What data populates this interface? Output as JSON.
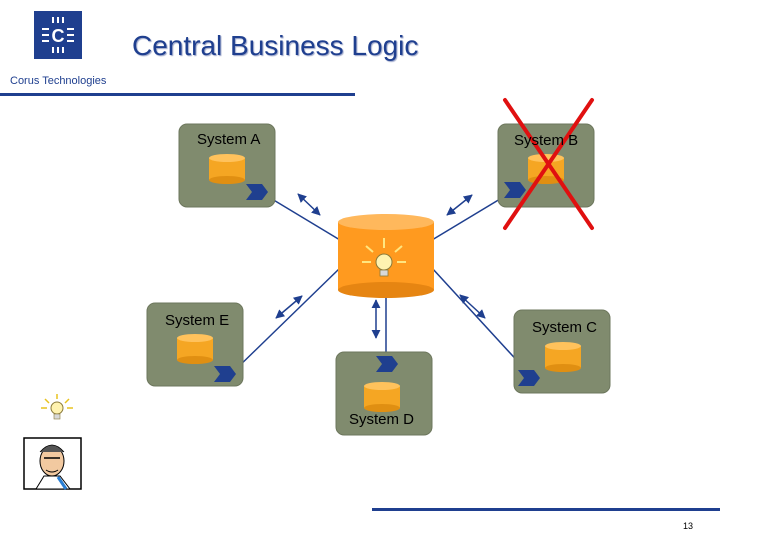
{
  "logo": {
    "company": "Corus Technologies",
    "mark": "C"
  },
  "title": "Central Business Logic",
  "systems": {
    "a": "System A",
    "b": "System B",
    "c": "System C",
    "d": "System D",
    "e": "System E"
  },
  "page_number": "13",
  "colors": {
    "brand": "#1f3f8f",
    "system_box": "#808b6e",
    "database": "#f5a623",
    "central_database": "#ff9a1f",
    "connector": "#1f3f8f",
    "cross": "#e01010"
  },
  "icons": [
    "lightbulb-icon",
    "person-icon",
    "database-icon",
    "connector-arrow-icon",
    "cross-out-icon"
  ]
}
